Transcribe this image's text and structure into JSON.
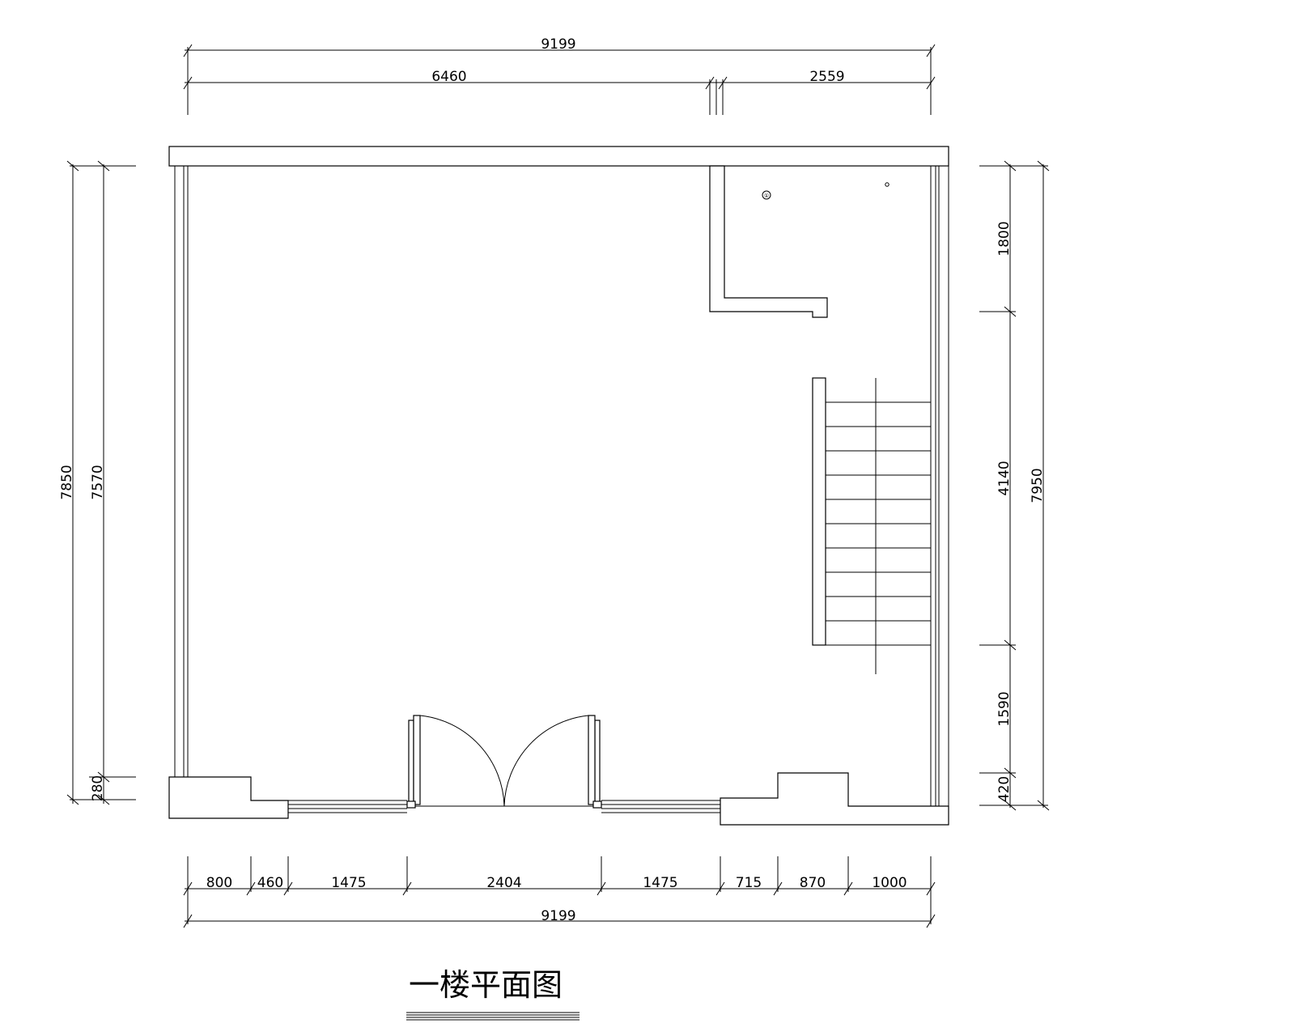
{
  "title": "一楼平面图",
  "dimensions": {
    "top_total": "9199",
    "top_left": "6460",
    "top_right": "2559",
    "left_outer": "7850",
    "left_inner": "7570",
    "left_small": "280",
    "right_seg1": "1800",
    "right_seg2": "4140",
    "right_seg3": "1590",
    "right_seg4": "420",
    "right_total": "7950",
    "bottom_segments": [
      "800",
      "460",
      "1475",
      "2404",
      "1475",
      "715",
      "870",
      "1000"
    ],
    "bottom_total": "9199"
  }
}
